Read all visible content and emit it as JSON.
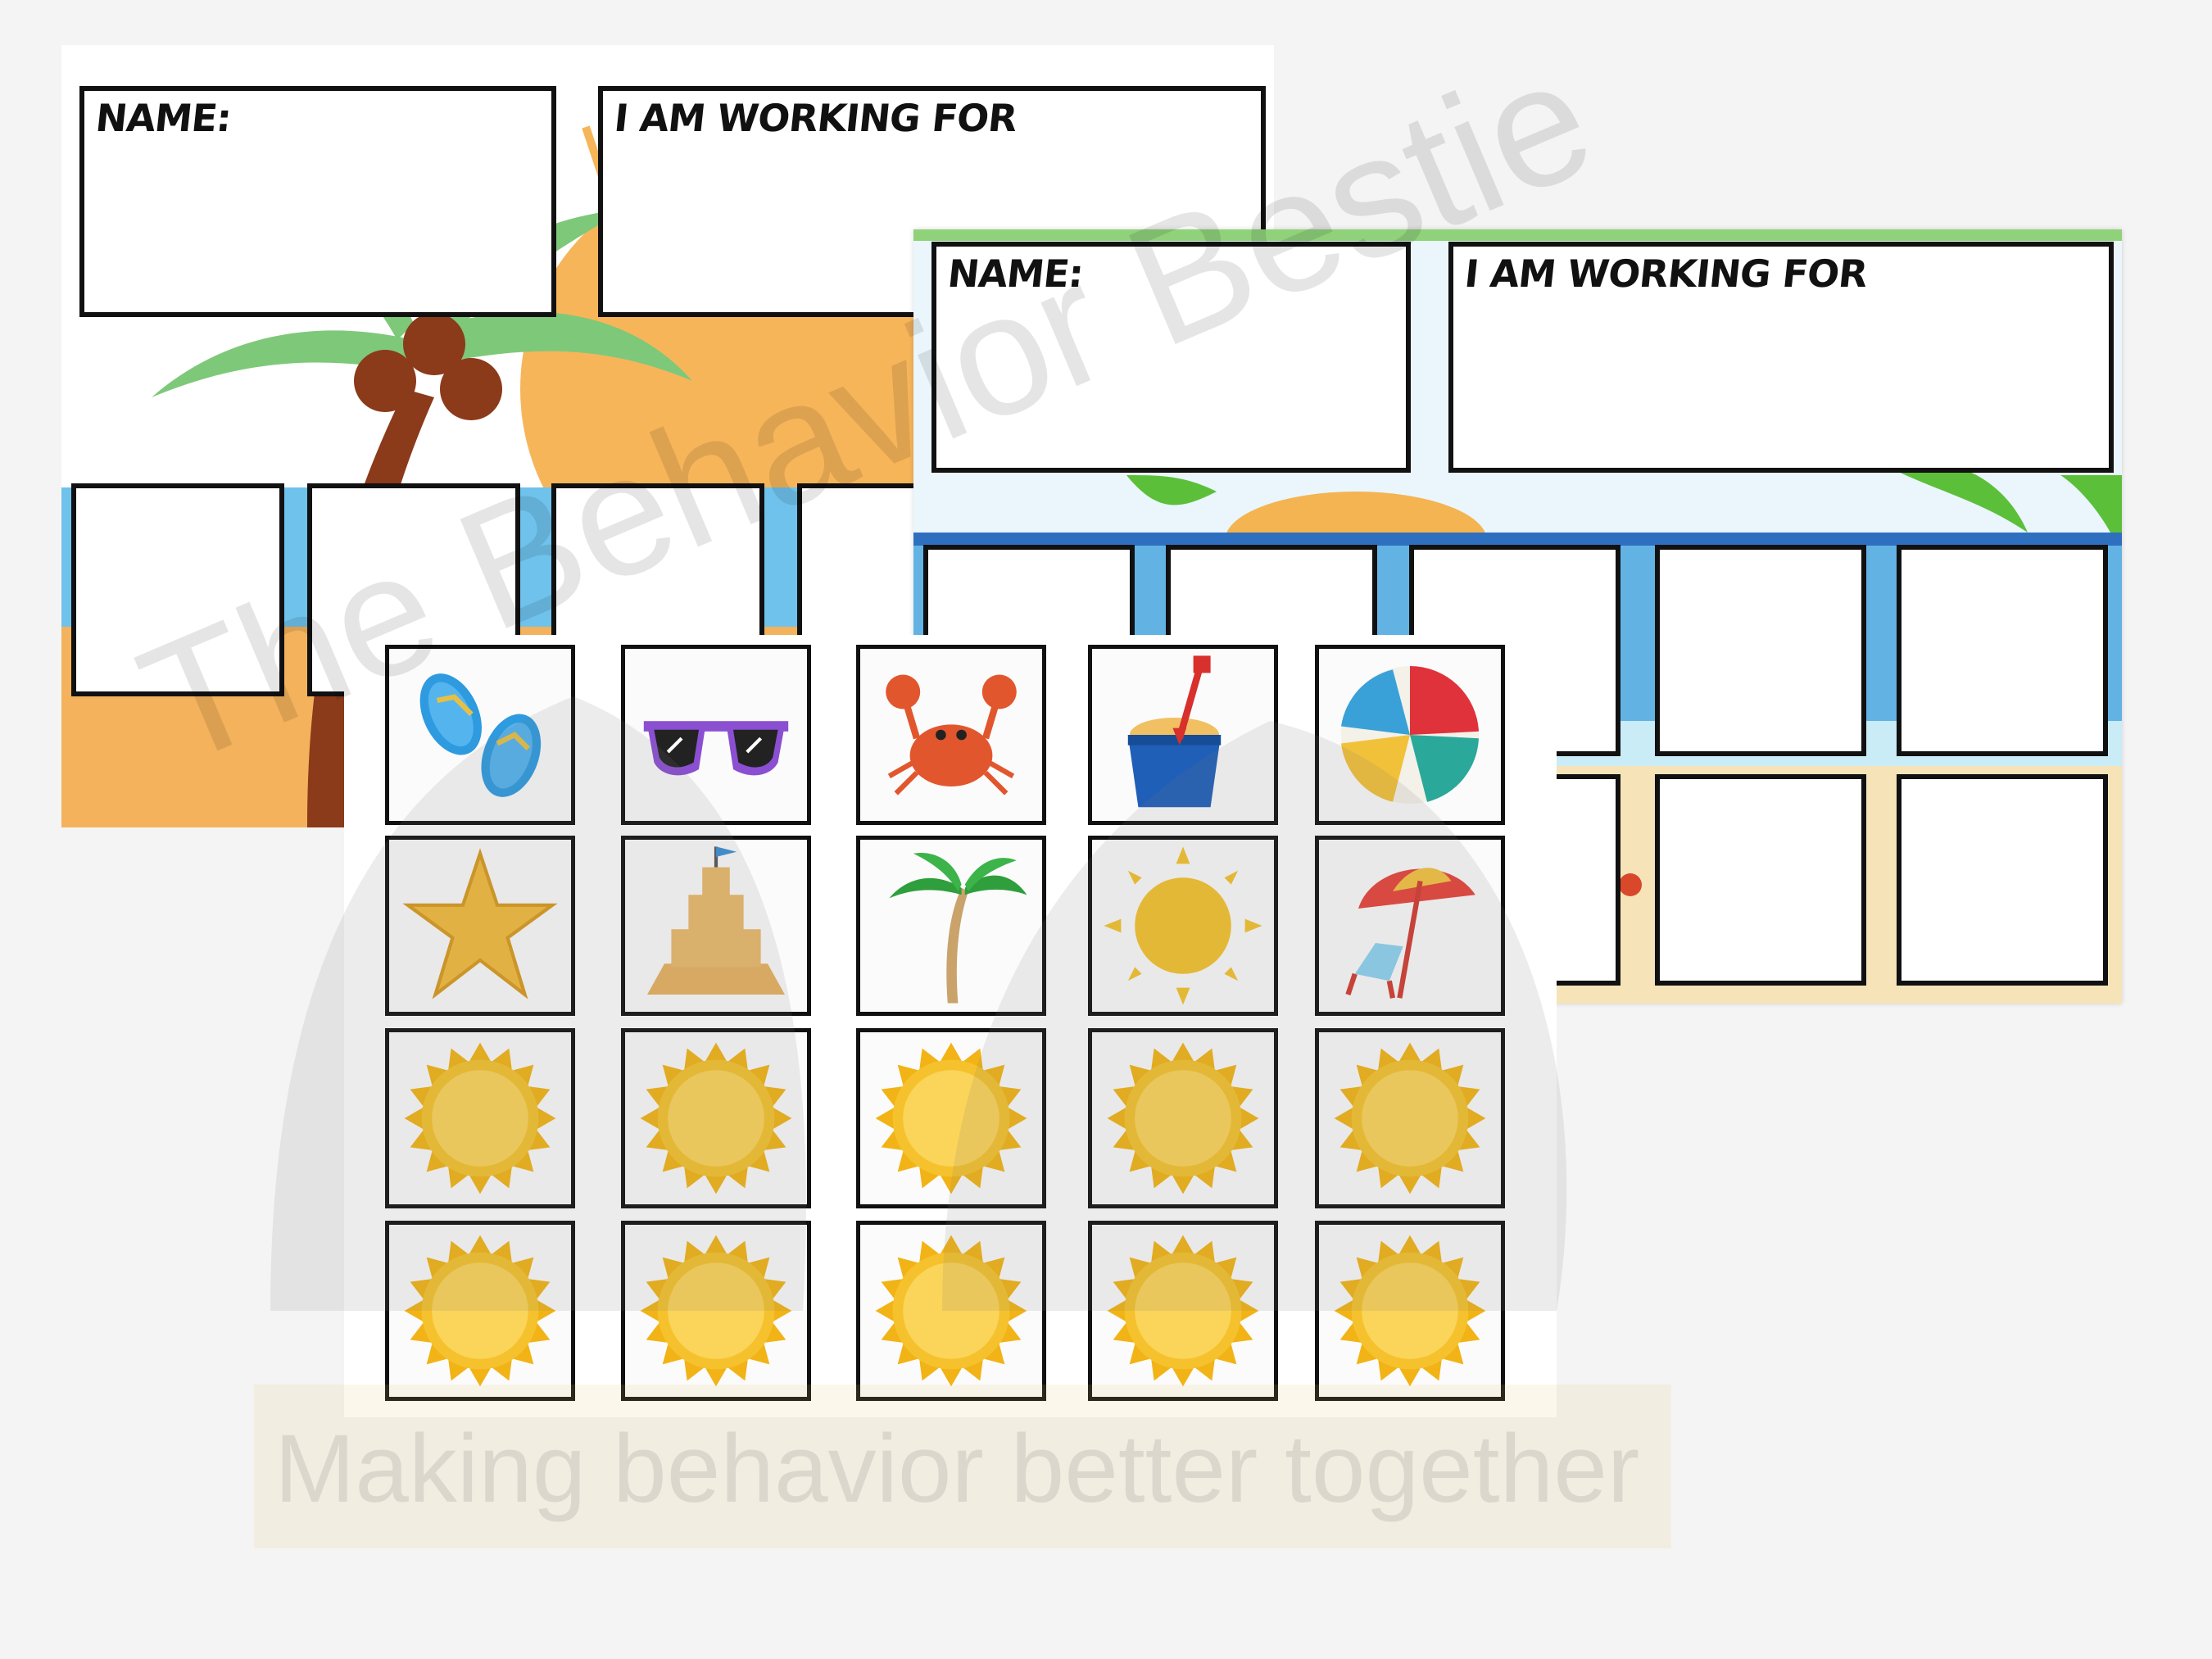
{
  "sheet_back": {
    "name_label": "NAME:",
    "working_label": "I AM WORKING FOR"
  },
  "sheet_front": {
    "name_label": "NAME:",
    "working_label": "I AM WORKING FOR"
  },
  "cards": {
    "row1": [
      "flip-flops-icon",
      "sunglasses-icon",
      "crab-icon",
      "sand-bucket-icon",
      "beach-ball-icon"
    ],
    "row2": [
      "starfish-icon",
      "sandcastle-icon",
      "palm-tree-icon",
      "sun-icon",
      "beach-umbrella-icon"
    ],
    "token": "sun-token-icon",
    "token_rows": 2
  },
  "watermark": {
    "brand": "The Behavior Bestie",
    "tagline": "Making behavior better together"
  },
  "colors": {
    "sun_yellow": "#f7c31e",
    "sand": "#f3b25b",
    "palm_green": "#7ec87a",
    "coconut": "#8b3a1a",
    "sea_blue": "#5ab8e6"
  }
}
